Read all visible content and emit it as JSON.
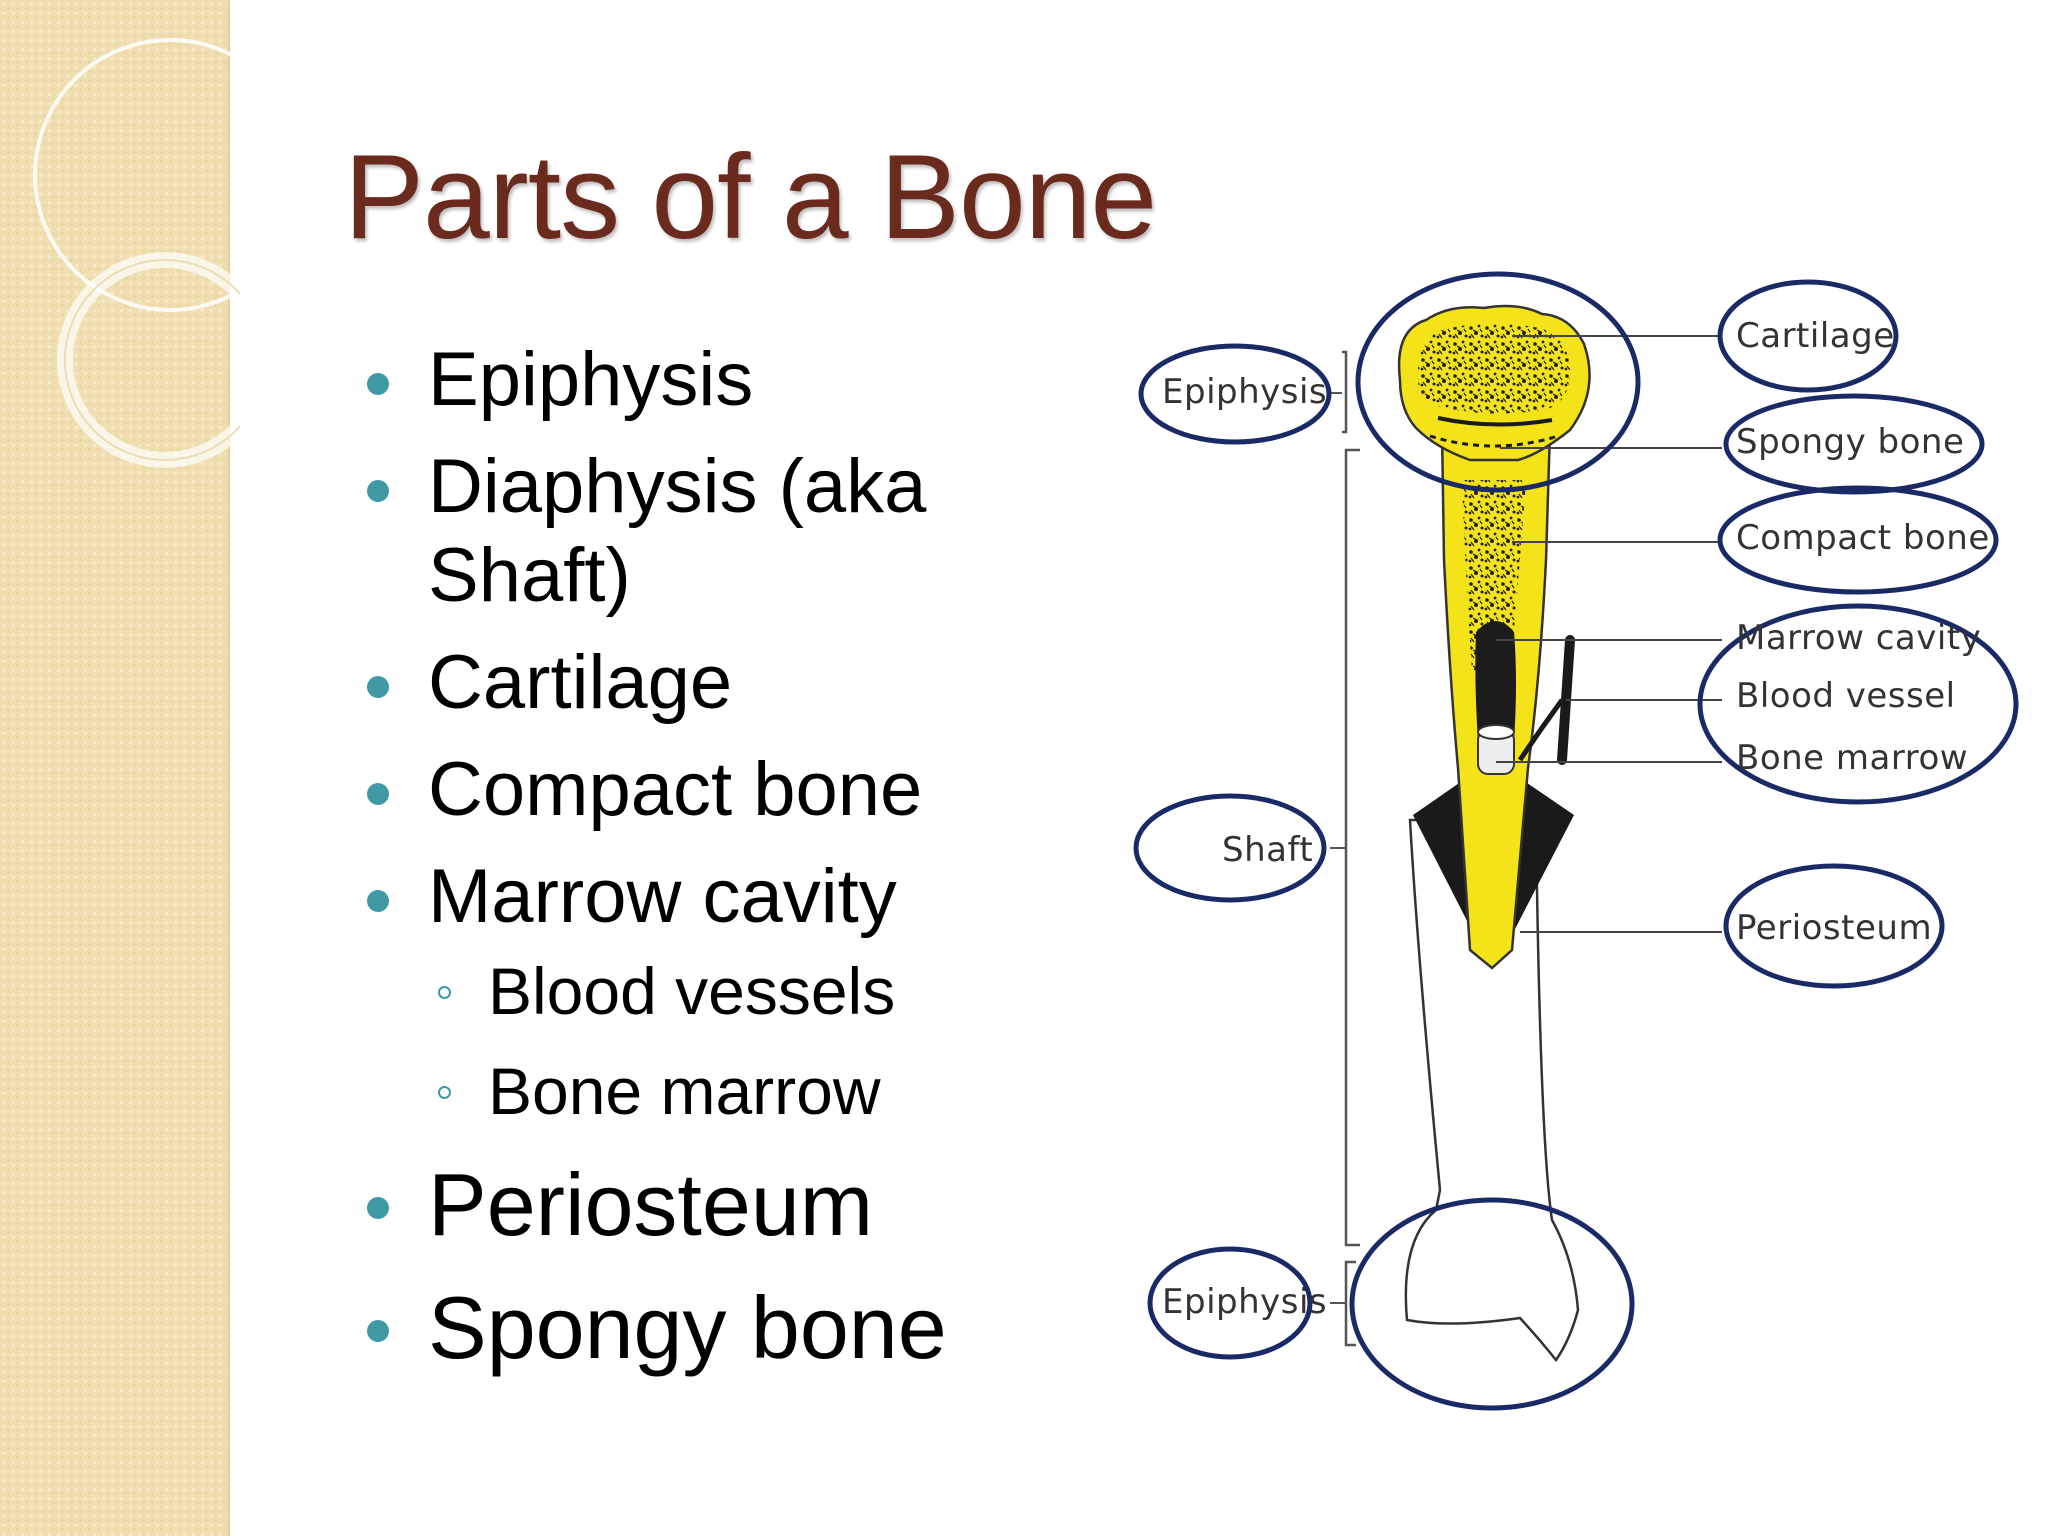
{
  "slide": {
    "title": "Parts of a Bone",
    "bullets": [
      {
        "text": "Epiphysis",
        "level": 1
      },
      {
        "text": "Diaphysis (aka Shaft)",
        "level": 1
      },
      {
        "text": "Cartilage",
        "level": 1
      },
      {
        "text": "Compact bone",
        "level": 1
      },
      {
        "text": "Marrow cavity",
        "level": 1
      },
      {
        "text": "Blood vessels",
        "level": 2
      },
      {
        "text": "Bone marrow",
        "level": 2
      },
      {
        "text": "Periosteum",
        "level": 1
      },
      {
        "text": "Spongy bone",
        "level": 1
      }
    ]
  },
  "diagram": {
    "labels": {
      "epiphysis_top": "Epiphysis",
      "shaft": "Shaft",
      "epiphysis_bottom": "Epiphysis",
      "cartilage": "Cartilage",
      "spongy_bone": "Spongy bone",
      "compact_bone": "Compact bone",
      "marrow_cavity": "Marrow cavity",
      "blood_vessel": "Blood vessel",
      "bone_marrow": "Bone marrow",
      "periosteum": "Periosteum"
    },
    "colors": {
      "bone_yellow": "#f5e31a",
      "outline_circle": "#1a2a66",
      "title": "#6b2a1e",
      "bullet": "#3f9aa6"
    }
  }
}
